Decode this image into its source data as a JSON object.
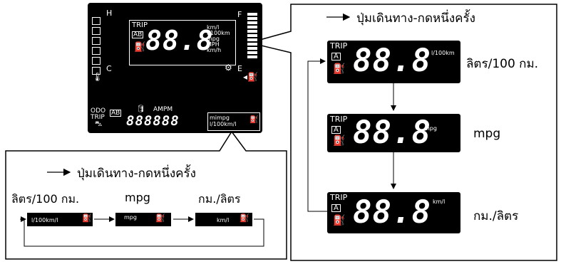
{
  "instrument": {
    "trip_label": "TRIP",
    "ab_label": "AB",
    "digits": "88.8",
    "units_lines": [
      "km/l",
      "l/100km",
      "mpg",
      "MPH",
      "km/h"
    ],
    "fuel_full": "F",
    "fuel_empty": "E",
    "temp_hot": "H",
    "temp_cold": "C",
    "odo_label": "ODO",
    "trip_label_bottom": "TRIP",
    "ab_label_bottom": "AB",
    "ampm": "AMPM",
    "odometer_digits": "888888",
    "unit_box_top": "mimpg",
    "unit_box_bottom": "l/100km/l"
  },
  "right_panel": {
    "heading": "ปุ่มเดินทาง-กดหนึ่งครั้ง",
    "rows": [
      {
        "trip": "TRIP",
        "a": "A",
        "digits": "88.8",
        "unit": "l/100km",
        "label": "ลิตร/100 กม."
      },
      {
        "trip": "TRIP",
        "a": "A",
        "digits": "88.8",
        "unit": "mpg",
        "label": "mpg"
      },
      {
        "trip": "TRIP",
        "a": "A",
        "digits": "88.8",
        "unit": "km/l",
        "label": "กม./ลิตร"
      }
    ]
  },
  "left_panel": {
    "heading": "ปุ่มเดินทาง-กดหนึ่งครั้ง",
    "items": [
      {
        "label": "ลิตร/100 กม.",
        "unit": "l/100km/l"
      },
      {
        "label": "mpg",
        "unit": "mpg"
      },
      {
        "label": "กม./ลิตร",
        "unit": "km/l"
      }
    ]
  }
}
